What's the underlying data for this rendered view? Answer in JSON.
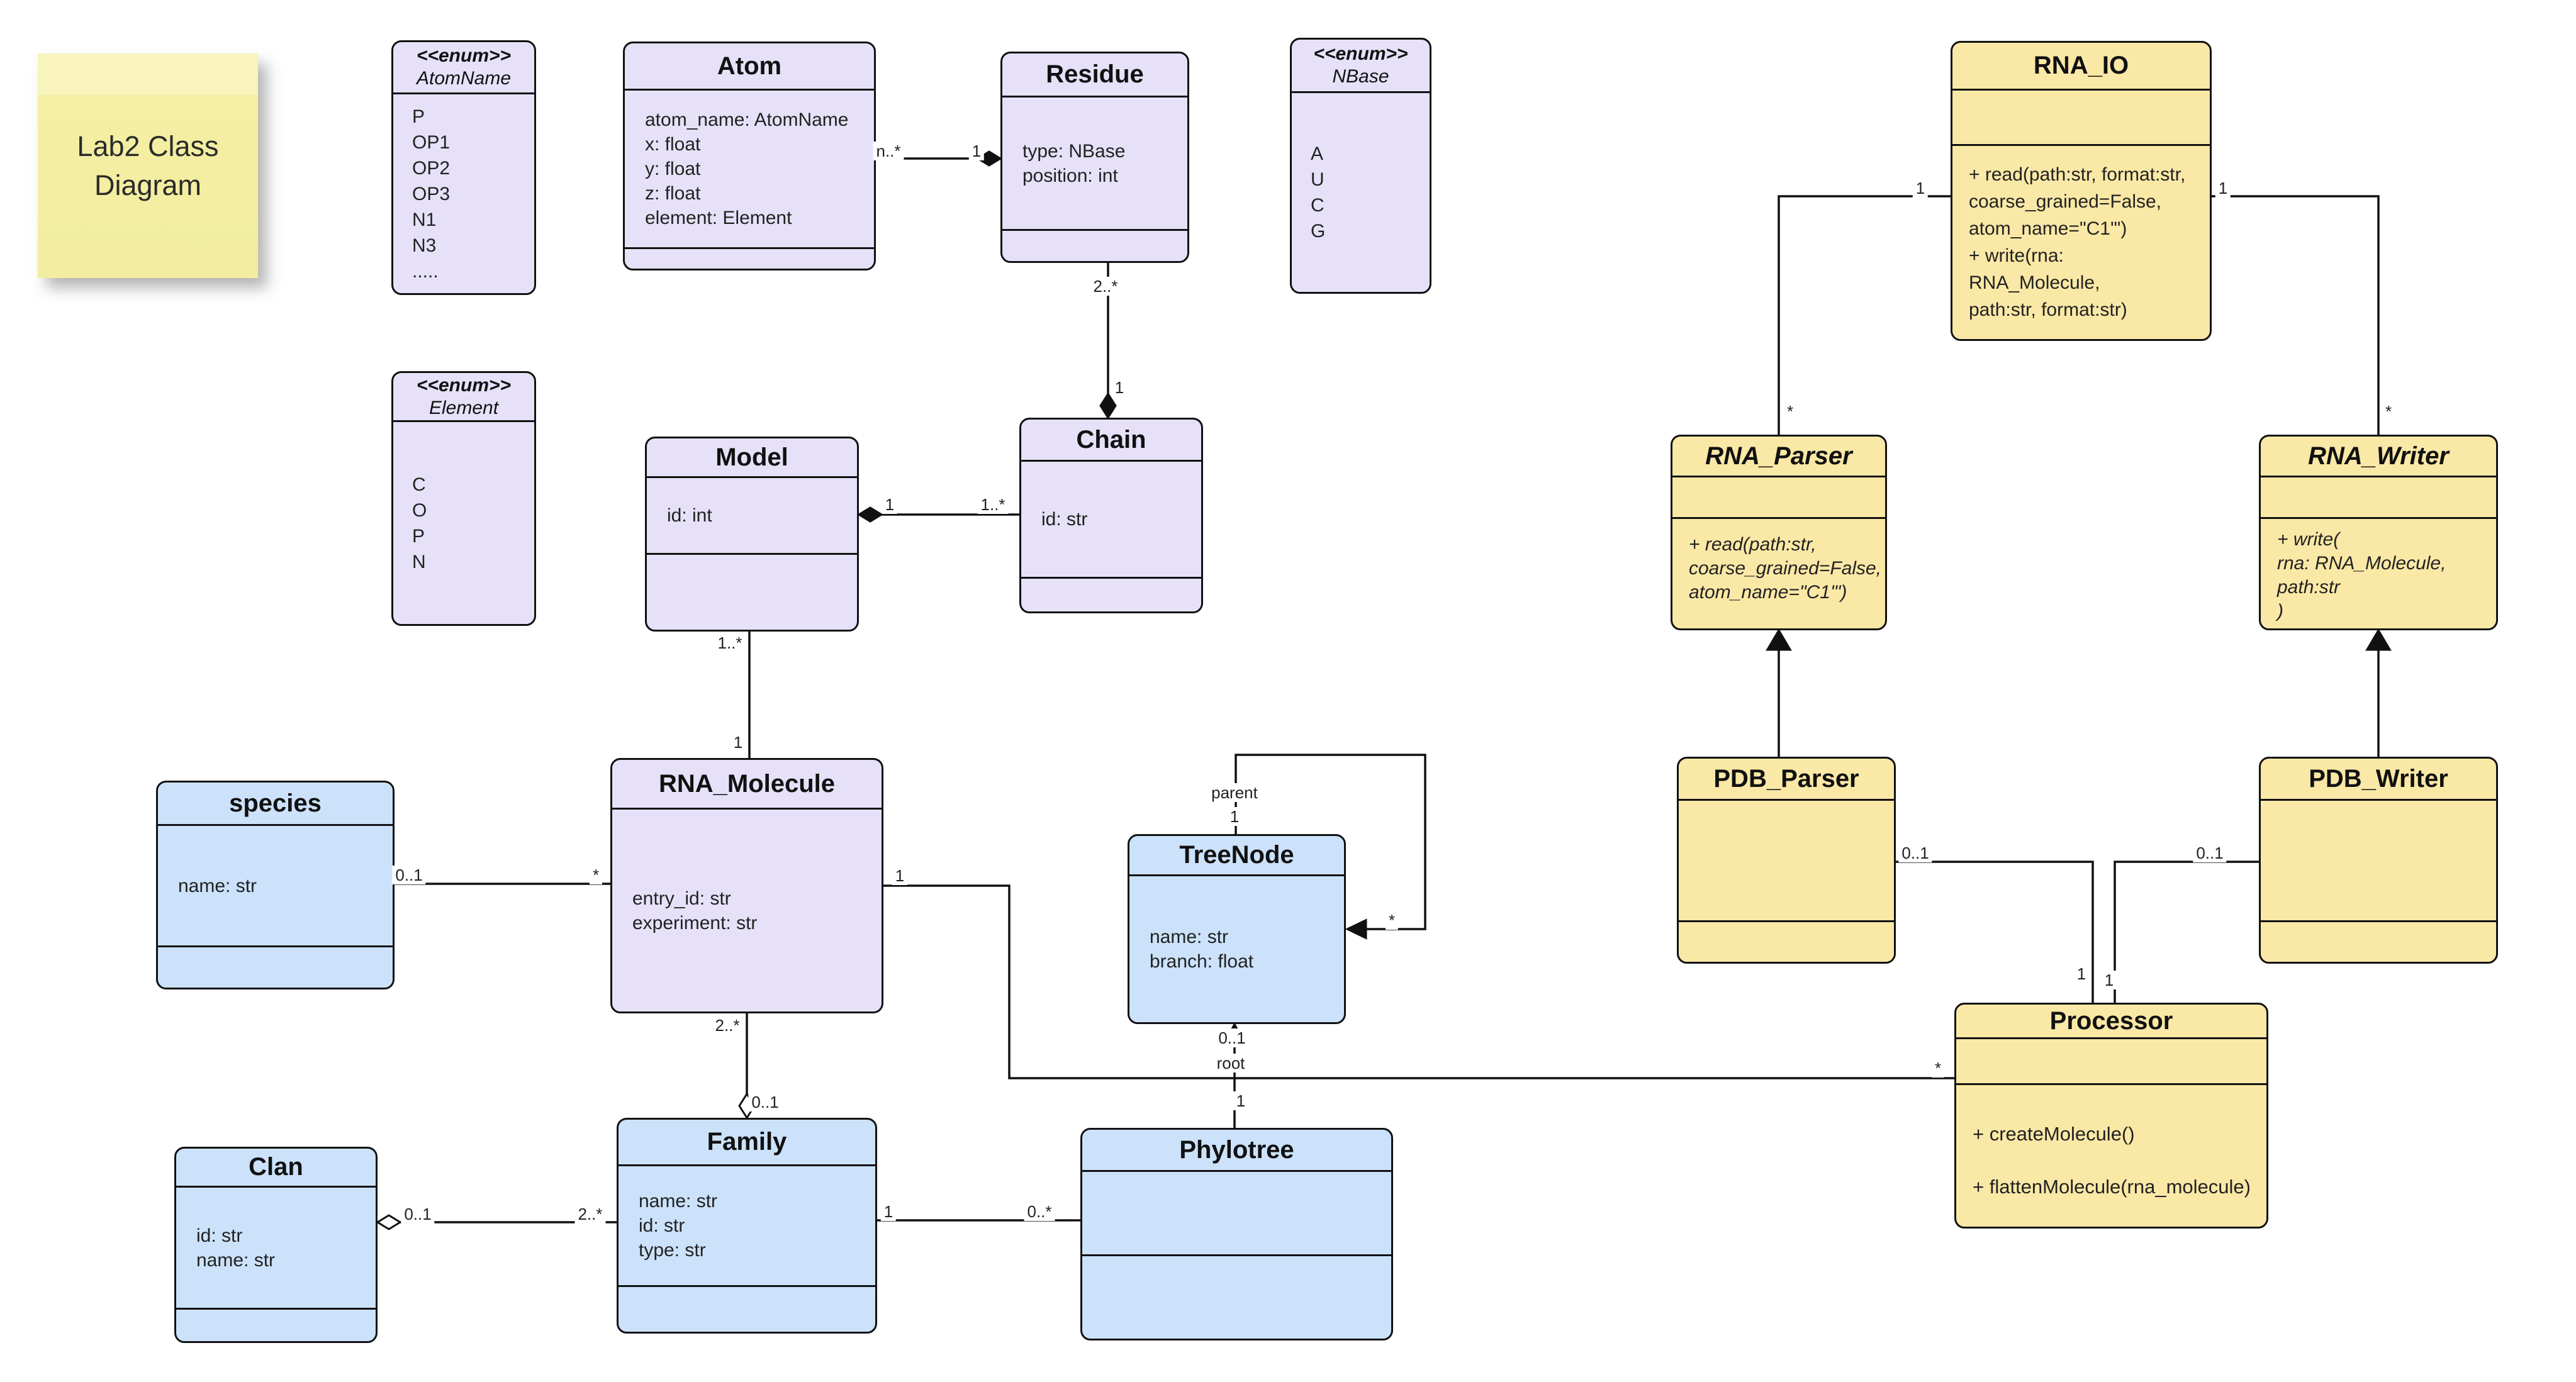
{
  "note": {
    "text": "Lab2 Class Diagram"
  },
  "colors": {
    "purple": "#E6E1F8",
    "blue": "#CBE2FA",
    "yellow": "#FAE8A6",
    "note": "#F2EDA0",
    "line": "#111111"
  },
  "classes": {
    "atomname": {
      "stereotype": "<<enum>>",
      "name": "AtomName",
      "values": [
        "P",
        "OP1",
        "OP2",
        "OP3",
        "N1",
        "N3",
        "....."
      ]
    },
    "nbase": {
      "stereotype": "<<enum>>",
      "name": "NBase",
      "values": [
        "A",
        "U",
        "C",
        "G"
      ]
    },
    "element": {
      "stereotype": "<<enum>>",
      "name": "Element",
      "values": [
        "C",
        "O",
        "P",
        "N"
      ]
    },
    "atom": {
      "name": "Atom",
      "attributes": [
        "atom_name: AtomName",
        "x: float",
        "y: float",
        "z: float",
        "element: Element"
      ]
    },
    "residue": {
      "name": "Residue",
      "attributes": [
        "type: NBase",
        "position: int"
      ]
    },
    "model": {
      "name": "Model",
      "attributes": [
        "id: int"
      ]
    },
    "chain": {
      "name": "Chain",
      "attributes": [
        "id: str"
      ]
    },
    "rna_molecule": {
      "name": "RNA_Molecule",
      "attributes": [
        "entry_id: str",
        "experiment: str"
      ]
    },
    "species": {
      "name": "species",
      "attributes": [
        "name: str"
      ]
    },
    "treenode": {
      "name": "TreeNode",
      "attributes": [
        "name: str",
        "branch: float"
      ]
    },
    "clan": {
      "name": "Clan",
      "attributes": [
        "id: str",
        "name: str"
      ]
    },
    "family": {
      "name": "Family",
      "attributes": [
        "name: str",
        "id: str",
        "type: str"
      ]
    },
    "phylotree": {
      "name": "Phylotree"
    },
    "rna_io": {
      "name": "RNA_IO",
      "methods": [
        "+ read(path:str, format:str,",
        "coarse_grained=False,",
        "atom_name=\"C1'\")",
        "",
        "+ write(rna:",
        "RNA_Molecule,",
        "path:str, format:str)"
      ]
    },
    "rna_parser": {
      "name": "RNA_Parser",
      "abstract": true,
      "methods": [
        "+ read(path:str,",
        "coarse_grained=False,",
        "atom_name=\"C1'\")"
      ]
    },
    "rna_writer": {
      "name": "RNA_Writer",
      "abstract": true,
      "methods": [
        "+ write(",
        "rna: RNA_Molecule,",
        "path:str",
        ")"
      ]
    },
    "pdb_parser": {
      "name": "PDB_Parser"
    },
    "pdb_writer": {
      "name": "PDB_Writer"
    },
    "processor": {
      "name": "Processor",
      "methods": [
        "+ createMolecule()",
        "+ flattenMolecule(rna_molecule)"
      ]
    }
  },
  "edge_labels": [
    {
      "text": "n..*"
    },
    {
      "text": "1"
    },
    {
      "text": "2..*"
    },
    {
      "text": "1"
    },
    {
      "text": "1"
    },
    {
      "text": "1..*"
    },
    {
      "text": "1..*"
    },
    {
      "text": "1"
    },
    {
      "text": "0..1"
    },
    {
      "text": "*"
    },
    {
      "text": "1"
    },
    {
      "text": "*"
    },
    {
      "text": "2..*"
    },
    {
      "text": "0..1"
    },
    {
      "text": "0..1"
    },
    {
      "text": "2..*"
    },
    {
      "text": "1"
    },
    {
      "text": "0..*"
    },
    {
      "text": "parent"
    },
    {
      "text": "1"
    },
    {
      "text": "*"
    },
    {
      "text": "0..1"
    },
    {
      "text": "root"
    },
    {
      "text": "1"
    },
    {
      "text": "1"
    },
    {
      "text": "*"
    },
    {
      "text": "1"
    },
    {
      "text": "*"
    },
    {
      "text": "0..1"
    },
    {
      "text": "1"
    },
    {
      "text": "0..1"
    },
    {
      "text": "1"
    }
  ]
}
